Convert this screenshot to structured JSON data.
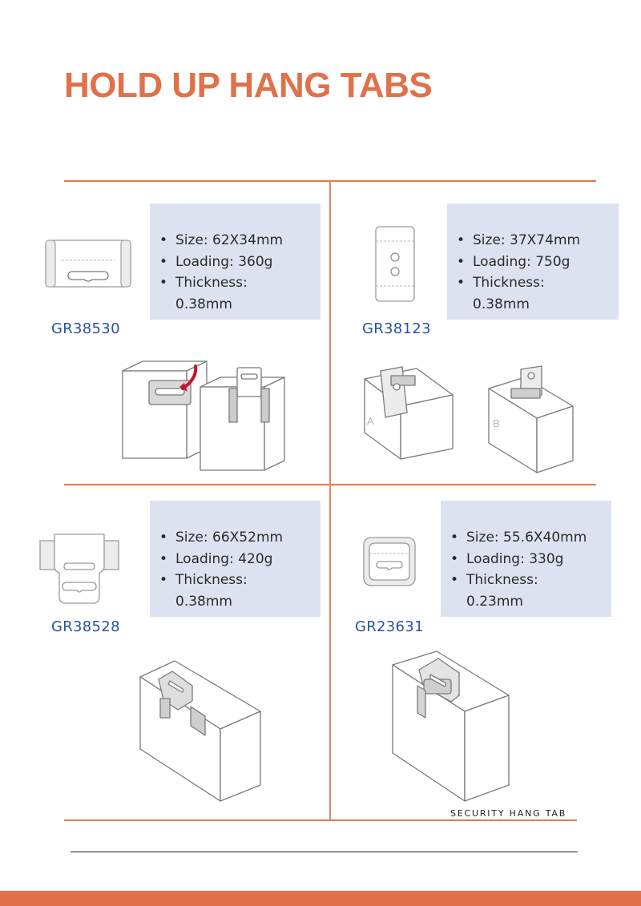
{
  "page": {
    "title": "HOLD UP HANG TABS"
  },
  "colors": {
    "accent": "#e0714a",
    "code_text": "#2a52a0",
    "spec_bg": "#dde2f0",
    "fold_red": "#c4162b"
  },
  "products": [
    {
      "code": "GR38530",
      "specs": [
        "Size: 62X34mm",
        "Loading: 360g",
        "Thickness:",
        "0.38mm"
      ],
      "icon": "hang-tab-icon"
    },
    {
      "code": "GR38123",
      "specs": [
        "Size: 37X74mm",
        "Loading: 750g",
        "Thickness:",
        "0.38mm"
      ],
      "icon": "hang-tab-icon",
      "labels": [
        "A",
        "B"
      ]
    },
    {
      "code": "GR38528",
      "specs": [
        "Size: 66X52mm",
        "Loading: 420g",
        "Thickness:",
        "0.38mm"
      ],
      "icon": "hang-tab-icon"
    },
    {
      "code": "GR23631",
      "specs": [
        "Size: 55.6X40mm",
        "Loading: 330g",
        "Thickness:",
        "0.23mm"
      ],
      "icon": "security-hang-tab-icon",
      "caption": "SECURITY HANG TAB"
    }
  ]
}
